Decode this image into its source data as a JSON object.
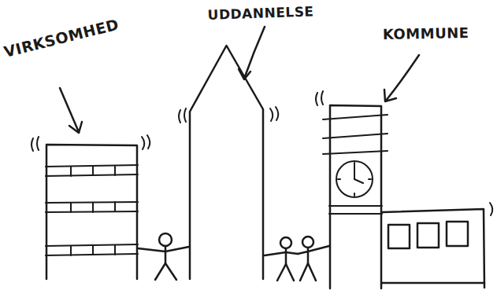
{
  "diagram": {
    "nodes": [
      {
        "text": [
          "VIRKSOMHED"
        ]
      },
      {
        "text": [
          "UDDANNELSE"
        ]
      },
      {
        "text": [
          "KOMMUNE"
        ]
      }
    ]
  }
}
